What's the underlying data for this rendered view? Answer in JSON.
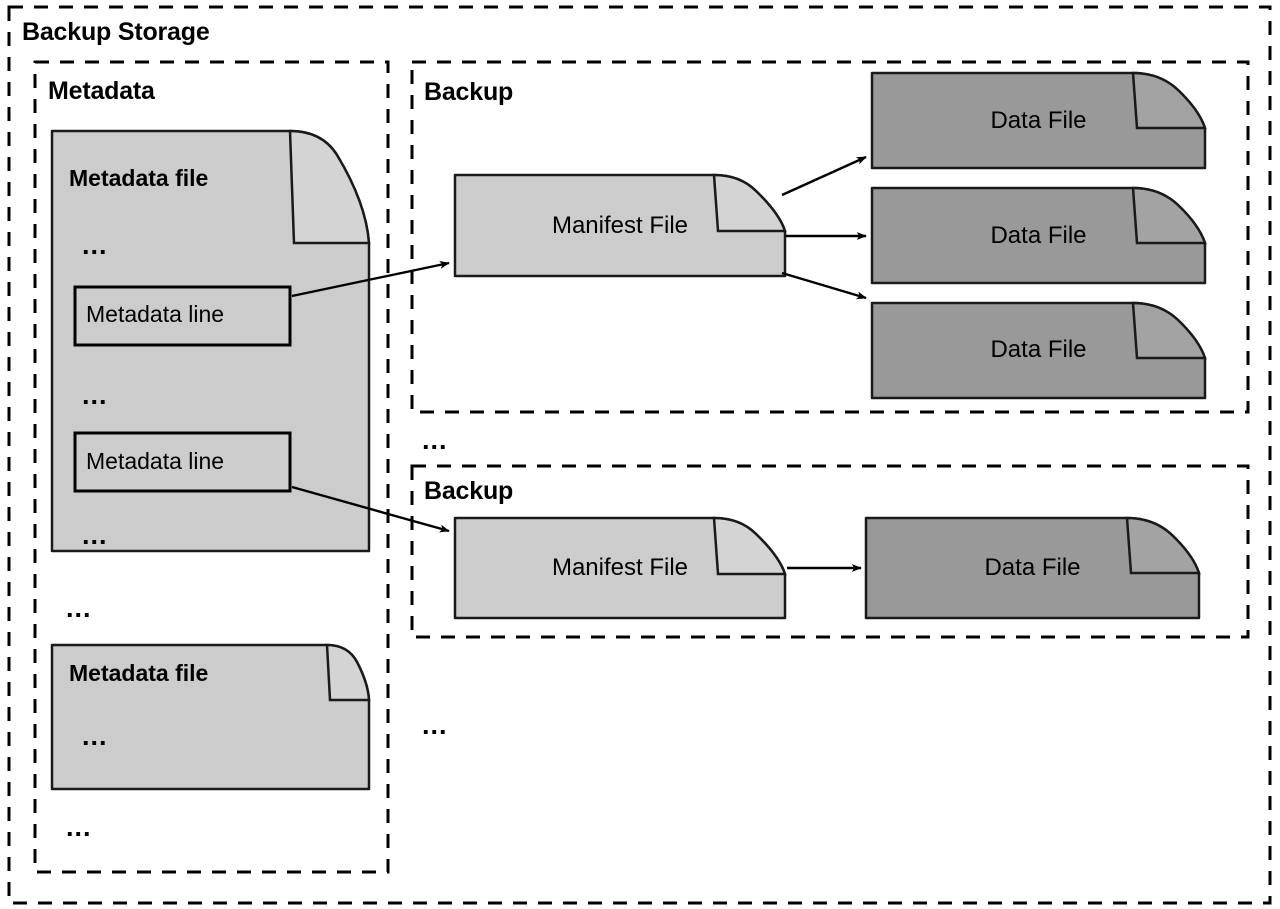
{
  "diagram": {
    "title": "Backup Storage",
    "colors": {
      "light_file_fill": "#cccccc",
      "dark_file_fill": "#999999",
      "stroke": "#000000",
      "background": "#ffffff"
    },
    "ellipsis": "...",
    "metadata_group": {
      "title": "Metadata",
      "files": [
        {
          "title": "Metadata file",
          "ellipsis_top": "...",
          "lines": [
            {
              "label": "Metadata line"
            },
            {
              "label": "Metadata line"
            }
          ],
          "ellipsis_middle": "...",
          "ellipsis_bottom": "..."
        },
        {
          "title": "Metadata file",
          "ellipsis_top": "..."
        }
      ],
      "ellipsis_between_files": "...",
      "ellipsis_after_files": "..."
    },
    "backup_groups": [
      {
        "title": "Backup",
        "manifest": {
          "label": "Manifest File"
        },
        "data_files": [
          {
            "label": "Data File"
          },
          {
            "label": "Data File"
          },
          {
            "label": "Data File"
          }
        ]
      },
      {
        "title": "Backup",
        "manifest": {
          "label": "Manifest File"
        },
        "data_files": [
          {
            "label": "Data File"
          }
        ]
      }
    ],
    "ellipsis_between_backups": "...",
    "ellipsis_after_backups": "..."
  }
}
